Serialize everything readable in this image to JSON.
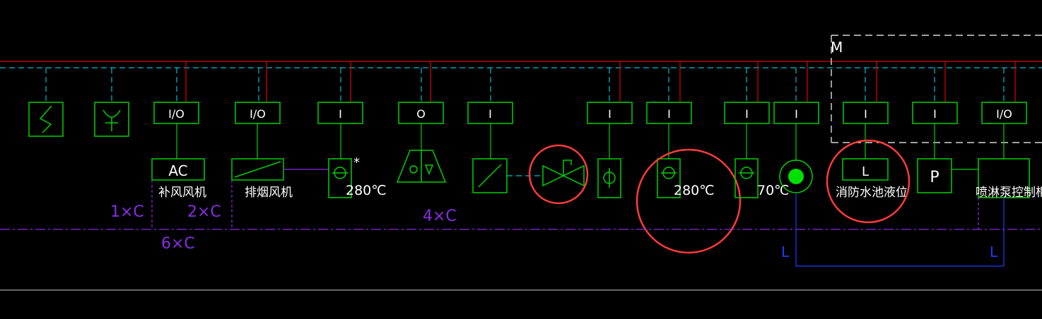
{
  "modules": [
    {
      "id": "m1",
      "label": "I/O"
    },
    {
      "id": "m2",
      "label": "I/O"
    },
    {
      "id": "m3",
      "label": "I"
    },
    {
      "id": "m4",
      "label": "O"
    },
    {
      "id": "m5",
      "label": "I"
    },
    {
      "id": "m6",
      "label": "I"
    },
    {
      "id": "m7",
      "label": "I"
    },
    {
      "id": "m8",
      "label": "I"
    },
    {
      "id": "m9",
      "label": "I"
    },
    {
      "id": "m10",
      "label": "I"
    },
    {
      "id": "m11",
      "label": "I"
    },
    {
      "id": "m12",
      "label": "I/O"
    }
  ],
  "devices": {
    "ac_label": "AC",
    "ac_name": "补风风机",
    "exhaust_name": "排烟风机",
    "temp_1": "280℃",
    "temp_2": "280℃",
    "temp_3": "70℃",
    "level_box": "L",
    "level_name": "消防水池液位",
    "pressure_box": "P",
    "pump_name": "喷淋泵控制柜",
    "region_label": "M"
  },
  "cables": {
    "c1": "1×C",
    "c2": "2×C",
    "c4": "4×C",
    "c6": "6×C",
    "l1": "L",
    "l2": "L"
  },
  "colors": {
    "background": "#000000",
    "module_green": "#00d000",
    "bus_red": "#e00000",
    "bus_cyan": "#00bcd4",
    "cable_purple": "#8a2be2",
    "cable_blue": "#1c3cff",
    "highlight_red": "#ff3b3b",
    "indicator_green": "#00e000"
  }
}
